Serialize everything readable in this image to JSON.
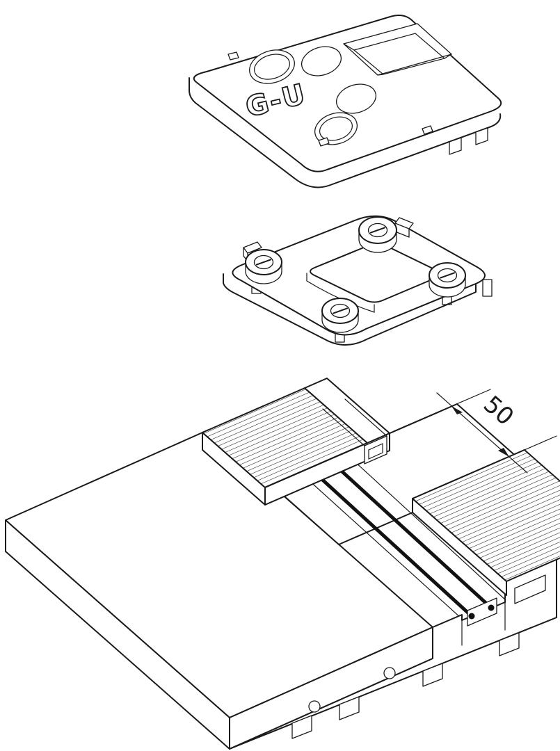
{
  "meta": {
    "type": "exploded-technical-drawing",
    "background": "#ffffff",
    "ink_color": "#1a1a1a",
    "gasket_color": "#111111"
  },
  "logo": {
    "text": "G-U"
  },
  "dimension": {
    "value": "50"
  }
}
